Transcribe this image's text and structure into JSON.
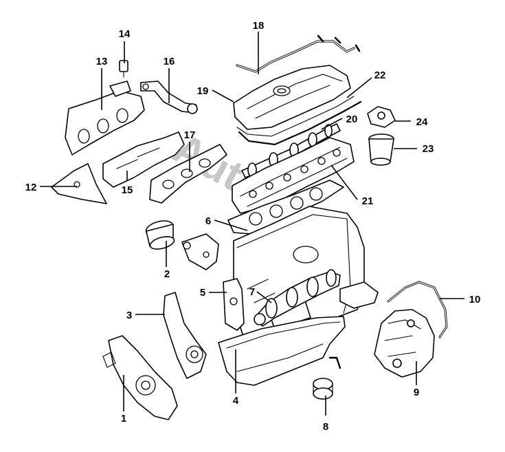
{
  "watermark": "Auto.sf",
  "callouts": [
    {
      "id": "1",
      "label": "1"
    },
    {
      "id": "2",
      "label": "2"
    },
    {
      "id": "3",
      "label": "3"
    },
    {
      "id": "4",
      "label": "4"
    },
    {
      "id": "5",
      "label": "5"
    },
    {
      "id": "6",
      "label": "6"
    },
    {
      "id": "7",
      "label": "7"
    },
    {
      "id": "8",
      "label": "8"
    },
    {
      "id": "9",
      "label": "9"
    },
    {
      "id": "10",
      "label": "10"
    },
    {
      "id": "12",
      "label": "12"
    },
    {
      "id": "13",
      "label": "13"
    },
    {
      "id": "14",
      "label": "14"
    },
    {
      "id": "15",
      "label": "15"
    },
    {
      "id": "16",
      "label": "16"
    },
    {
      "id": "17",
      "label": "17"
    },
    {
      "id": "18",
      "label": "18"
    },
    {
      "id": "19",
      "label": "19"
    },
    {
      "id": "20",
      "label": "20"
    },
    {
      "id": "21",
      "label": "21"
    },
    {
      "id": "22",
      "label": "22"
    },
    {
      "id": "23",
      "label": "23"
    },
    {
      "id": "24",
      "label": "24"
    }
  ]
}
